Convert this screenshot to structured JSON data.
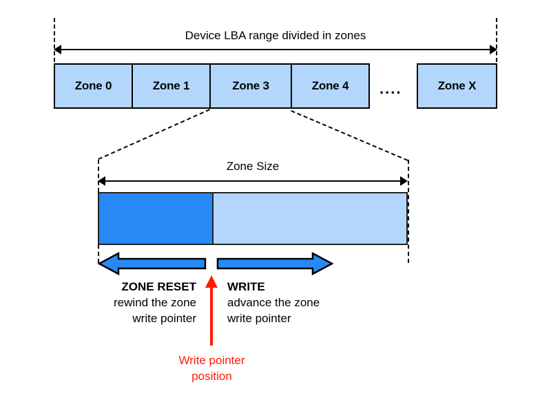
{
  "diagram": {
    "title_top": "Device LBA range divided in zones",
    "zone_size_label": "Zone Size",
    "zones": [
      {
        "label": "Zone 0"
      },
      {
        "label": "Zone 1"
      },
      {
        "label": "Zone 3"
      },
      {
        "label": "Zone 4"
      },
      {
        "label": "Zone X"
      }
    ],
    "ellipsis": "....",
    "operations": {
      "reset": {
        "title": "ZONE RESET",
        "line1": "rewind the zone",
        "line2": "write pointer"
      },
      "write": {
        "title": "WRITE",
        "line1": "advance the zone",
        "line2": "write pointer"
      }
    },
    "write_pointer": {
      "line1": "Write pointer",
      "line2": "position"
    },
    "colors": {
      "zone_fill": "#B3D7FC",
      "written_region": "#2689F6",
      "arrow_blue": "#2689F6",
      "pointer_red": "#FF1A00",
      "outline": "#000000",
      "background": "#FFFFFF"
    }
  }
}
